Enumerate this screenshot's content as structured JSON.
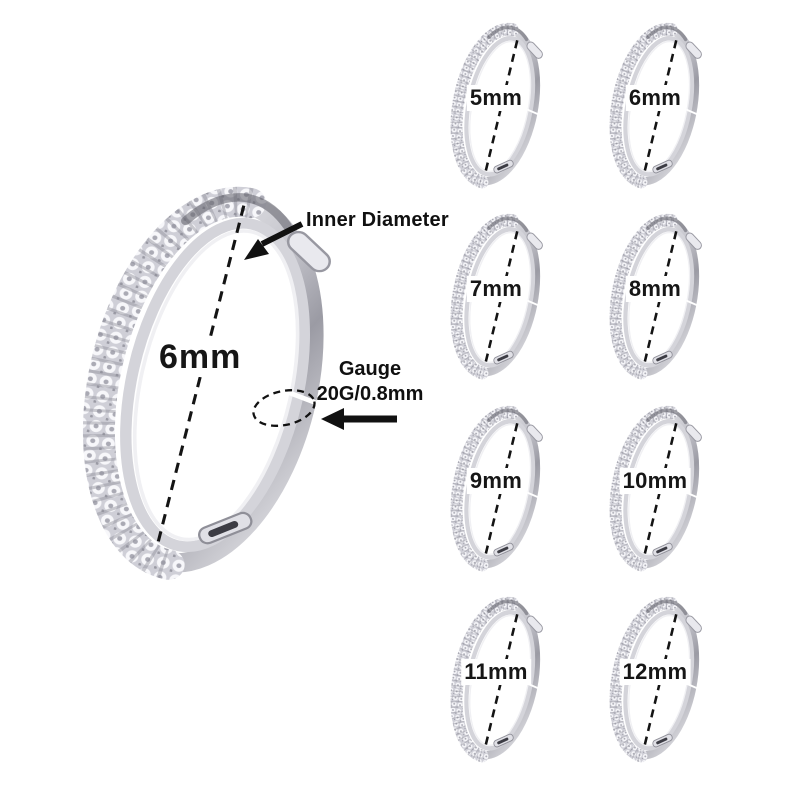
{
  "product_diagram": {
    "description": "Paved hinged hoop ring size chart",
    "main_ring": {
      "size_label": "6mm",
      "inner_diameter_label": "Inner Diameter",
      "gauge_line1": "Gauge",
      "gauge_line2": "20G/0.8mm"
    },
    "size_variants": [
      {
        "label": "5mm"
      },
      {
        "label": "6mm"
      },
      {
        "label": "7mm"
      },
      {
        "label": "8mm"
      },
      {
        "label": "9mm"
      },
      {
        "label": "10mm"
      },
      {
        "label": "11mm"
      },
      {
        "label": "12mm"
      }
    ],
    "colors": {
      "background": "#ffffff",
      "metal_light": "#f4f4f6",
      "metal_mid": "#bfbfc6",
      "metal_dark": "#8e8e97",
      "gem_fill": "#e3e3e9",
      "annotation_text": "#101010"
    }
  }
}
